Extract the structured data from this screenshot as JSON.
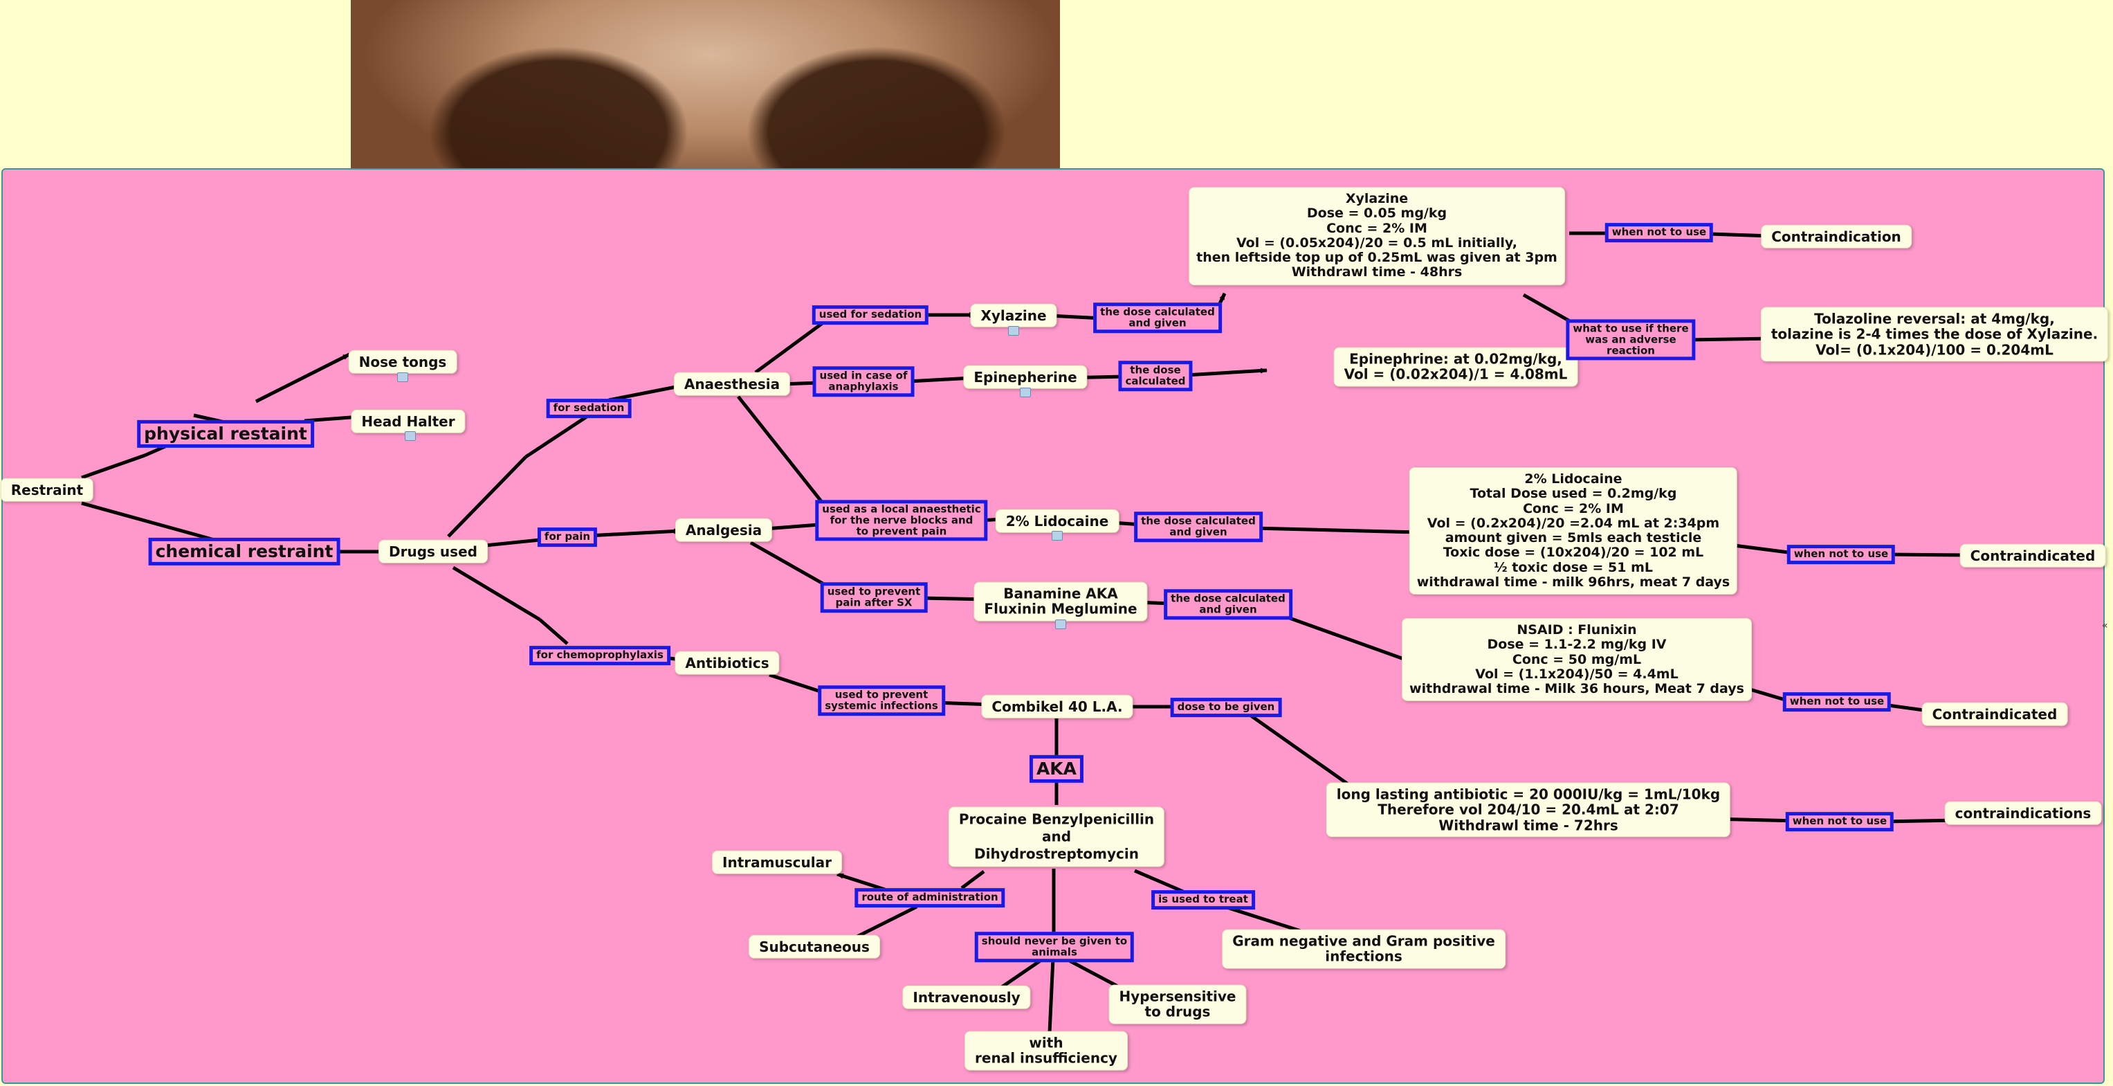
{
  "nodes": {
    "restraint": "Restraint",
    "nose_tongs": "Nose tongs",
    "head_halter": "Head Halter",
    "drugs_used": "Drugs used",
    "anaesthesia": "Anaesthesia",
    "analgesia": "Analgesia",
    "antibiotics": "Antibiotics",
    "xylazine": "Xylazine",
    "epinepherine": "Epinepherine",
    "lidocaine": "2% Lidocaine",
    "banamine": "Banamine AKA\nFluxinin Meglumine",
    "combikel": "Combikel 40 L.A.",
    "procaine": "Procaine Benzylpenicillin\nand\nDihydrostreptomycin",
    "intramuscular": "Intramuscular",
    "subcutaneous": "Subcutaneous",
    "intravenously": "Intravenously",
    "renal": "with\nrenal insufficiency",
    "hypersensitive": "Hypersensitive\nto drugs",
    "gram": "Gram negative and Gram positive\ninfections",
    "xylazine_dose": "Xylazine\nDose = 0.05 mg/kg\nConc = 2% IM\nVol = (0.05x204)/20 = 0.5 mL initially,\nthen leftside top up of 0.25mL was given at 3pm\nWithdrawl time - 48hrs",
    "contraindication": "Contraindication",
    "tolazoline": "Tolazoline reversal: at 4mg/kg,\ntolazine is 2-4 times the dose of Xylazine.\nVol= (0.1x204)/100 = 0.204mL",
    "epinephrine_dose": "Epinephrine: at 0.02mg/kg,\nVol = (0.02x204)/1 = 4.08mL",
    "lidocaine_dose": "2% Lidocaine\nTotal Dose used = 0.2mg/kg\nConc = 2% IM\nVol = (0.2x204)/20 =2.04 mL at 2:34pm\namount given = 5mls each testicle\nToxic dose = (10x204)/20 = 102 mL\n½ toxic dose = 51 mL\nwithdrawal time - milk 96hrs, meat 7 days",
    "contraindicated_1": "Contraindicated",
    "nsaid": "NSAID : Flunixin\nDose = 1.1-2.2 mg/kg IV\nConc = 50 mg/mL\nVol = (1.1x204)/50 = 4.4mL\nwithdrawal time - Milk 36 hours, Meat 7 days",
    "contraindicated_2": "Contraindicated",
    "antibiotic_dose": "long lasting antibiotic = 20 000IU/kg = 1mL/10kg\nTherefore vol 204/10 = 20.4mL at 2:07\nWithdrawl time - 72hrs",
    "contraindications": "contraindications"
  },
  "links": {
    "physical_restraint": "physical restaint",
    "chemical_restraint": "chemical restraint",
    "for_sedation": "for sedation",
    "for_pain": "for pain",
    "for_chemoprophylaxis": "for chemoprophylaxis",
    "used_for_sedation": "used for sedation",
    "used_in_case_of_anaphylaxis": "used in case of\nanaphylaxis",
    "local_anaesthetic": "used as a local anaesthetic\nfor the nerve blocks and\nto prevent pain",
    "prevent_pain_after_sx": "used to prevent\npain after SX",
    "prevent_systemic_infections": "used to prevent\nsystemic infections",
    "dose_calculated_given_1": "the dose calculated\nand given",
    "dose_calculated": "the dose\ncalculated",
    "dose_calculated_given_2": "the dose calculated\nand given",
    "dose_calculated_given_3": "the dose calculated\nand given",
    "dose_to_be_given": "dose to be given",
    "aka": "AKA",
    "route_of_administration": "route of administration",
    "never_given": "should never be given to\nanimals",
    "used_to_treat": "is used to treat",
    "when_not_to_use_1": "when not to use",
    "adverse_reaction": "what to use if there\nwas an adverse\nreaction",
    "when_not_to_use_2": "when not to use",
    "when_not_to_use_3": "when not to use",
    "when_not_to_use_4": "when not to use"
  },
  "colors": {
    "background": "#ffffcc",
    "panel": "#ff99cc",
    "node_fill": "#fdfde4",
    "link_border": "#1a1ae6"
  },
  "icons": [
    "resource-icon"
  ]
}
